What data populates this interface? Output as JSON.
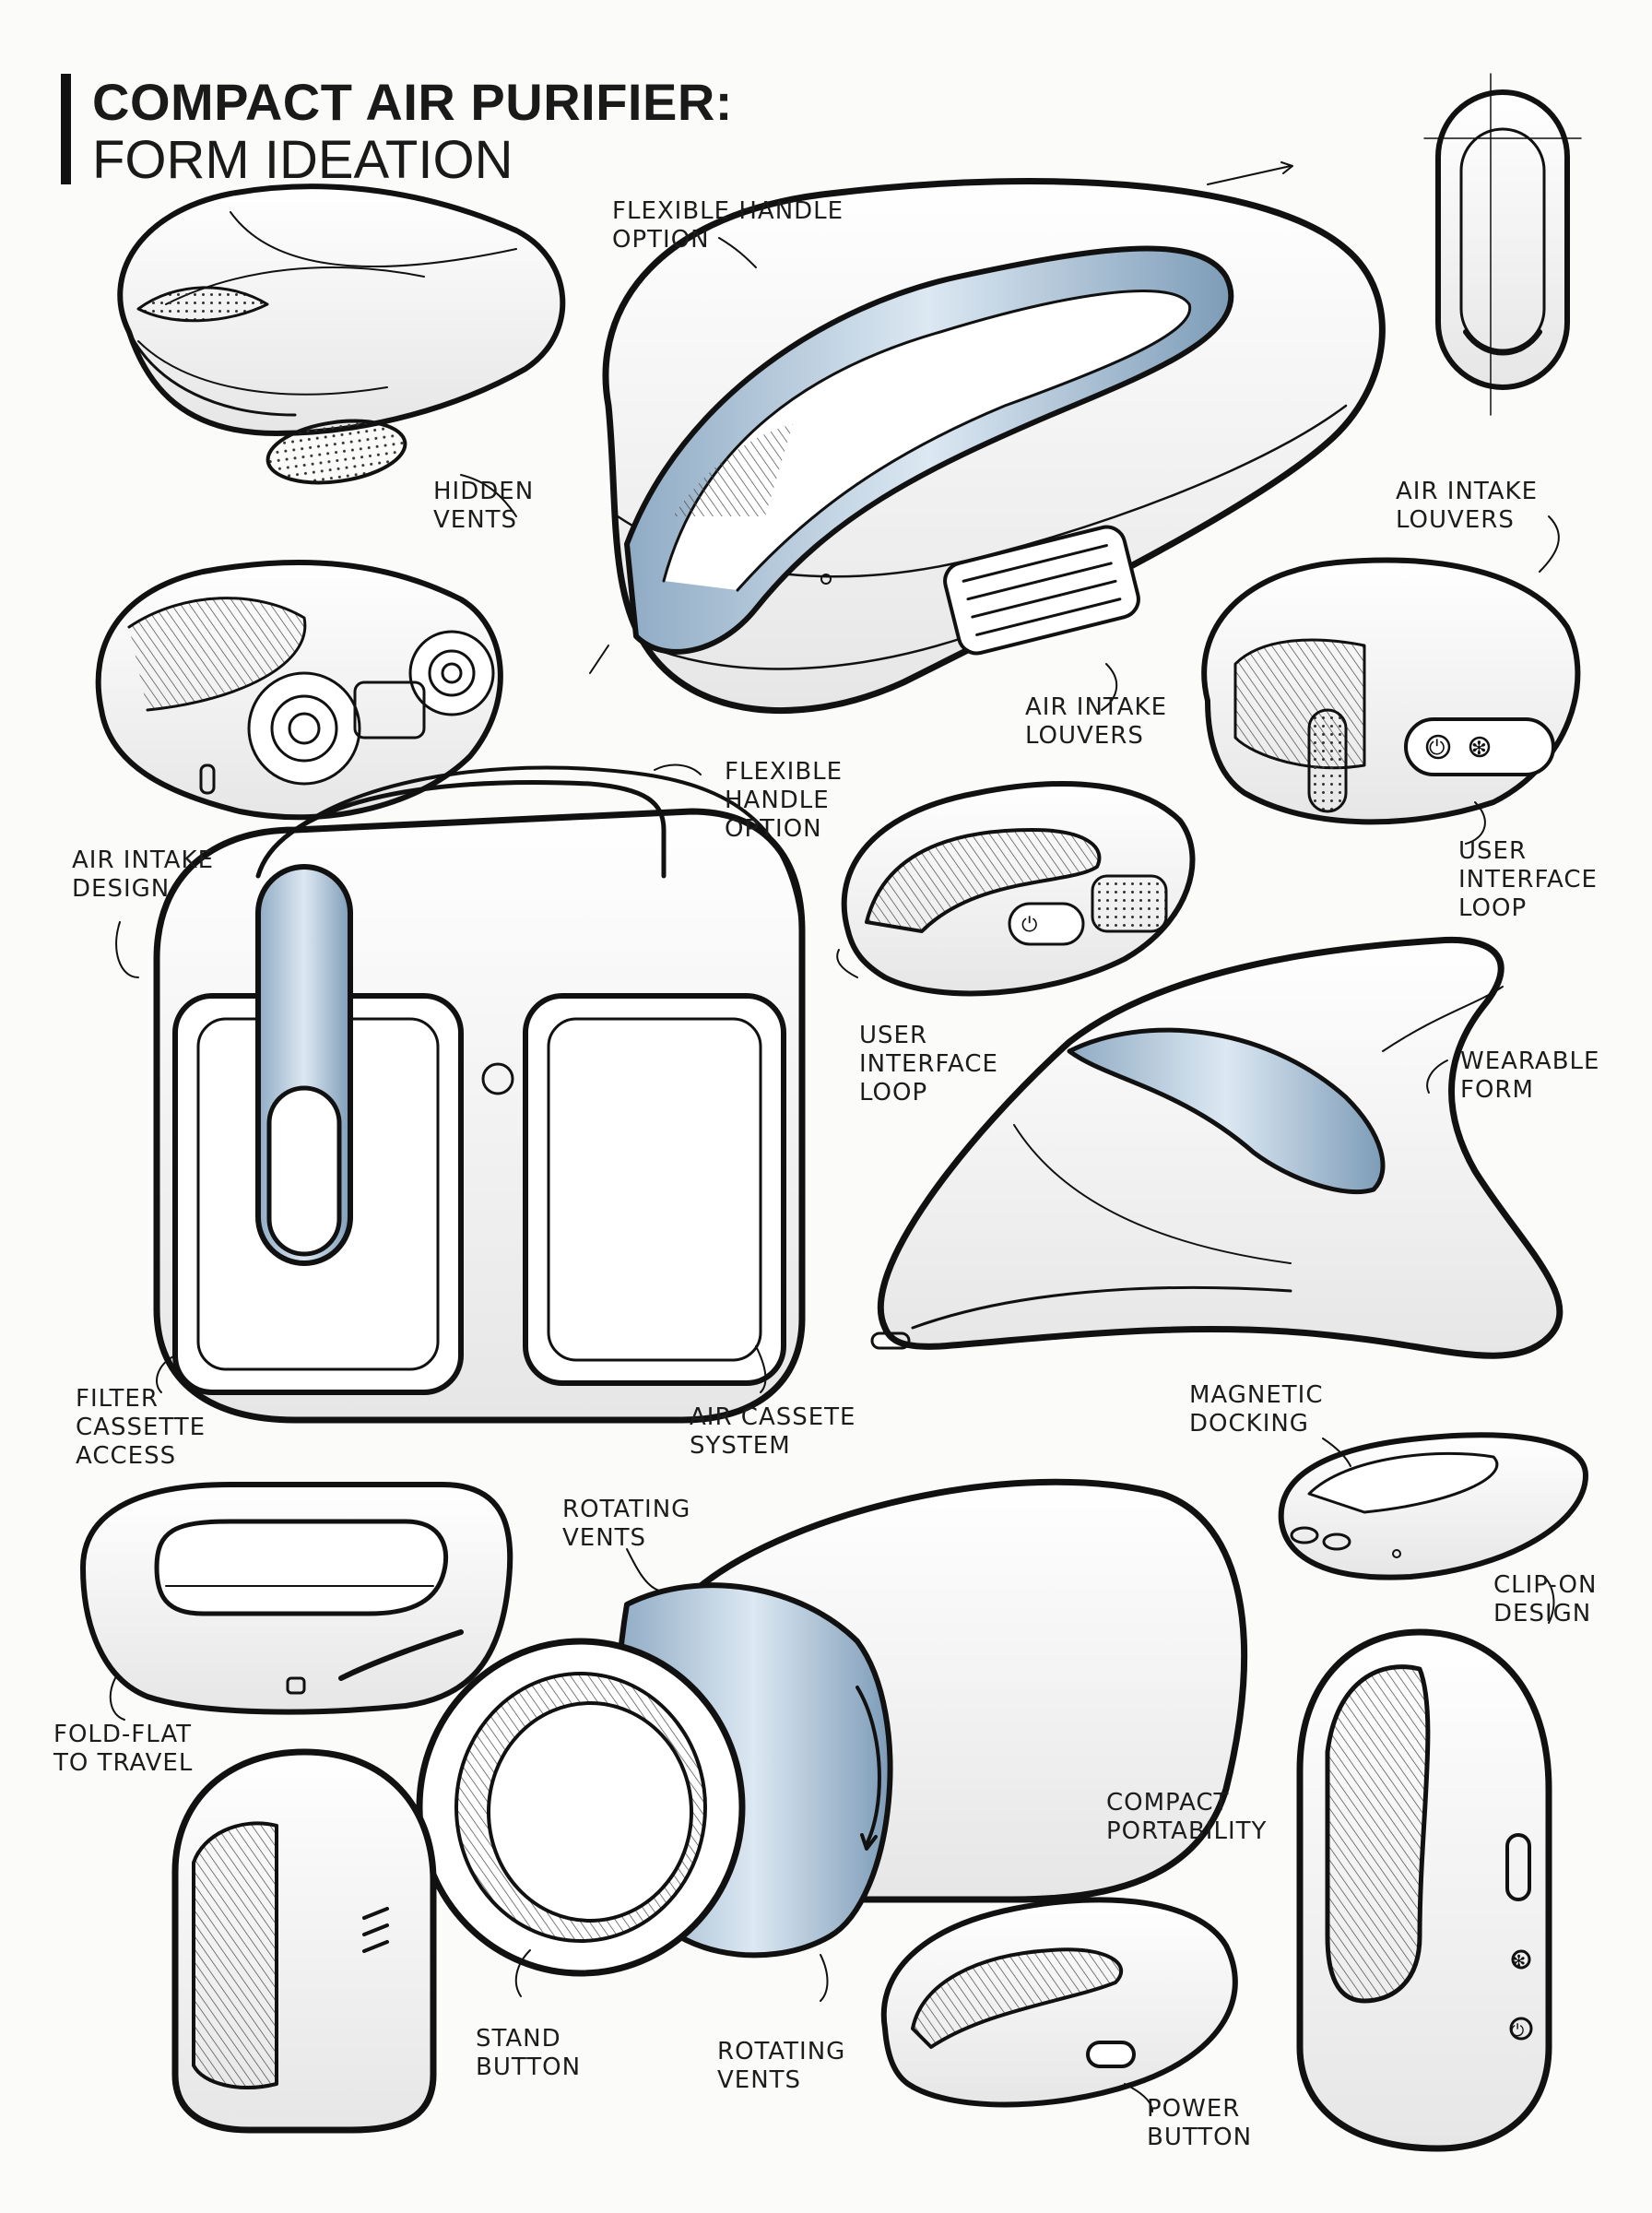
{
  "title": {
    "line1": "COMPACT AIR PURIFIER:",
    "line2": "FORM IDEATION"
  },
  "colors": {
    "ink": "#111111",
    "paper": "#fbfbf9",
    "accent_blue": "#b9cfe2",
    "accent_blue_dark": "#7d9cb8",
    "shadow_gray": "#d8d8d8"
  },
  "annotations": [
    {
      "id": "flexible-handle-top",
      "lines": [
        "FLEXIBLE HANDLE",
        "OPTION"
      ]
    },
    {
      "id": "hidden-vents",
      "lines": [
        "HIDDEN",
        "VENTS"
      ]
    },
    {
      "id": "air-intake-louvers-right",
      "lines": [
        "AIR INTAKE",
        "LOUVERS"
      ]
    },
    {
      "id": "air-intake-louvers-center",
      "lines": [
        "AIR INTAKE",
        "LOUVERS"
      ]
    },
    {
      "id": "flexible-handle-mid",
      "lines": [
        "FLEXIBLE",
        "HANDLE",
        "OPTION"
      ]
    },
    {
      "id": "air-intake-design",
      "lines": [
        "AIR INTAKE",
        "DESIGN"
      ]
    },
    {
      "id": "user-interface-loop-right",
      "lines": [
        "USER",
        "INTERFACE",
        "LOOP"
      ]
    },
    {
      "id": "user-interface-loop-center",
      "lines": [
        "USER",
        "INTERFACE",
        "LOOP"
      ]
    },
    {
      "id": "wearable-form",
      "lines": [
        "WEARABLE",
        "FORM"
      ]
    },
    {
      "id": "filter-cassette-access",
      "lines": [
        "FILTER",
        "CASSETTE",
        "ACCESS"
      ]
    },
    {
      "id": "air-cassete-system",
      "lines": [
        "AIR CASSETE",
        "SYSTEM"
      ]
    },
    {
      "id": "magnetic-docking",
      "lines": [
        "MAGNETIC",
        "DOCKING"
      ]
    },
    {
      "id": "rotating-vents-top",
      "lines": [
        "ROTATING",
        "VENTS"
      ]
    },
    {
      "id": "clip-on-design",
      "lines": [
        "CLIP-ON",
        "DESIGN"
      ]
    },
    {
      "id": "fold-flat",
      "lines": [
        "FOLD-FLAT",
        "TO TRAVEL"
      ]
    },
    {
      "id": "compact-portability",
      "lines": [
        "COMPACT",
        "PORTABILITY"
      ]
    },
    {
      "id": "stand-button",
      "lines": [
        "STAND",
        "BUTTON"
      ]
    },
    {
      "id": "rotating-vents-bottom",
      "lines": [
        "ROTATING",
        "VENTS"
      ]
    },
    {
      "id": "power-button",
      "lines": [
        "POWER",
        "BUTTON"
      ]
    }
  ],
  "sketch_icons": [
    "power-icon",
    "fan-icon",
    "speaker-grille-icon",
    "arrow-icon"
  ]
}
